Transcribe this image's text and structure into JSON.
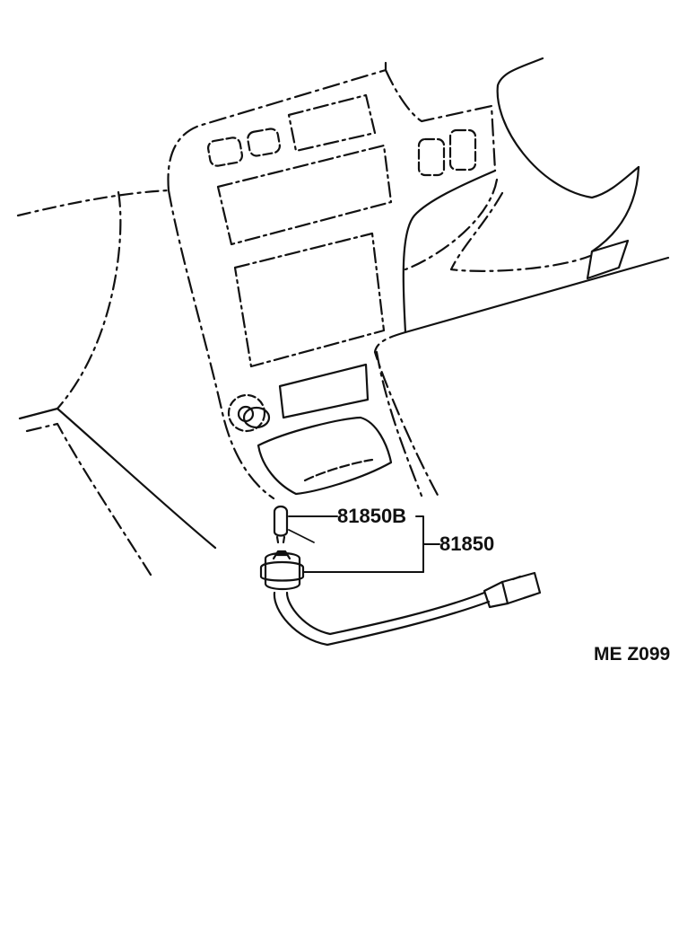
{
  "diagram": {
    "callouts": {
      "bulb": "81850B",
      "assembly": "81850"
    },
    "drawing_code": "ME Z099",
    "colors": {
      "line": "#111111",
      "background": "#ffffff"
    }
  }
}
